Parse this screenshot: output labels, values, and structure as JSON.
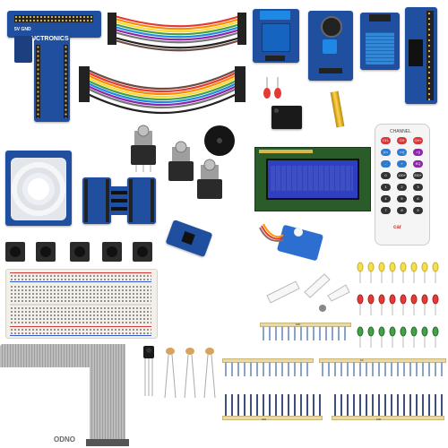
{
  "image": {
    "description_labels": {
      "gpio_board_brand": "UCTRONICS",
      "gpio_board_pins": "5V GND",
      "remote_header": "CHANNEL",
      "remote_keys": [
        "CH-",
        "CH",
        "CH+",
        "|<<",
        ">>|",
        ">||",
        "-",
        "+",
        "EQ",
        "0",
        "100+",
        "200+",
        "1",
        "2",
        "3",
        "4",
        "5",
        "6",
        "7",
        "8",
        "9"
      ],
      "remote_brand": "car",
      "resistor_tape_labels": [
        "10K",
        "1K",
        "220",
        "10K"
      ],
      "ribbon_logo": "ODNO"
    },
    "colors": {
      "pcb_blue": "#1f4f9e",
      "lcd_blue": "#2e3fbf",
      "lcd_pcb_green": "#2a5c2a",
      "breadboard": "#f3f0ea",
      "servo_blue": "#2c6fd0",
      "dht_blue": "#2f88d8",
      "remote_white": "#f5f5f5"
    }
  }
}
